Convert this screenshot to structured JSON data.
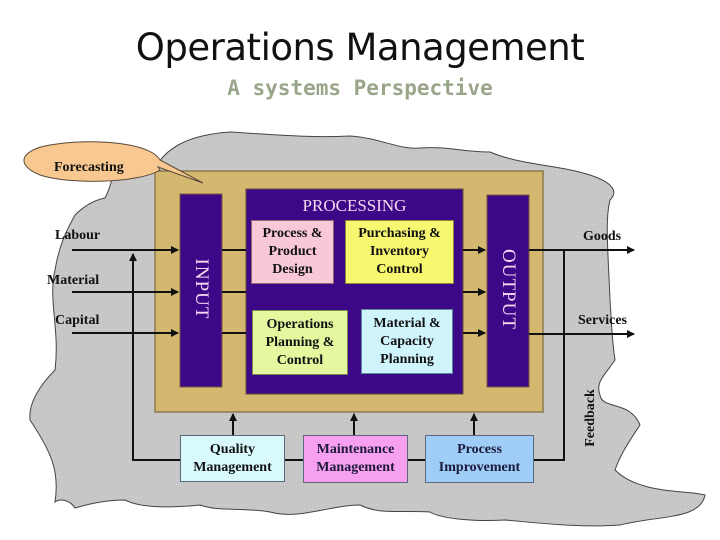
{
  "header": {
    "title": "Operations Management",
    "subtitle": "A systems Perspective"
  },
  "callout": {
    "label": "Forecasting",
    "color": "#f8c890"
  },
  "inputs": [
    {
      "label": "Labour"
    },
    {
      "label": "Material"
    },
    {
      "label": "Capital"
    }
  ],
  "outputs": [
    {
      "label": "Goods"
    },
    {
      "label": "Services"
    }
  ],
  "input_bar": {
    "label": "INPUT"
  },
  "output_bar": {
    "label": "OUTPUT"
  },
  "processing": {
    "title": "PROCESSING",
    "boxes": [
      {
        "label": "Process & Product Design",
        "lines": [
          "Process &",
          "Product",
          "Design"
        ],
        "color": "#f8c8d8"
      },
      {
        "label": "Purchasing & Inventory Control",
        "lines": [
          "Purchasing &",
          "Inventory",
          "Control"
        ],
        "color": "#f8f870"
      },
      {
        "label": "Operations Planning & Control",
        "lines": [
          "Operations",
          "Planning &",
          "Control"
        ],
        "color": "#e4f8a0"
      },
      {
        "label": "Material & Capacity Planning",
        "lines": [
          "Material &",
          "Capacity",
          "Planning"
        ],
        "color": "#d0f4fc"
      }
    ]
  },
  "support": [
    {
      "lines": [
        "Quality",
        "Management"
      ],
      "color": "#d8fafc"
    },
    {
      "lines": [
        "Maintenance",
        "Management"
      ],
      "color": "#f8a0f0"
    },
    {
      "lines": [
        "Process",
        "Improvement"
      ],
      "color": "#a0ccf8"
    }
  ],
  "feedback": {
    "label": "Feedback"
  },
  "colors": {
    "environment_gray": "#c8c8c8",
    "frame_tan": "#d4b870",
    "bar_purple": "#3c0888"
  }
}
